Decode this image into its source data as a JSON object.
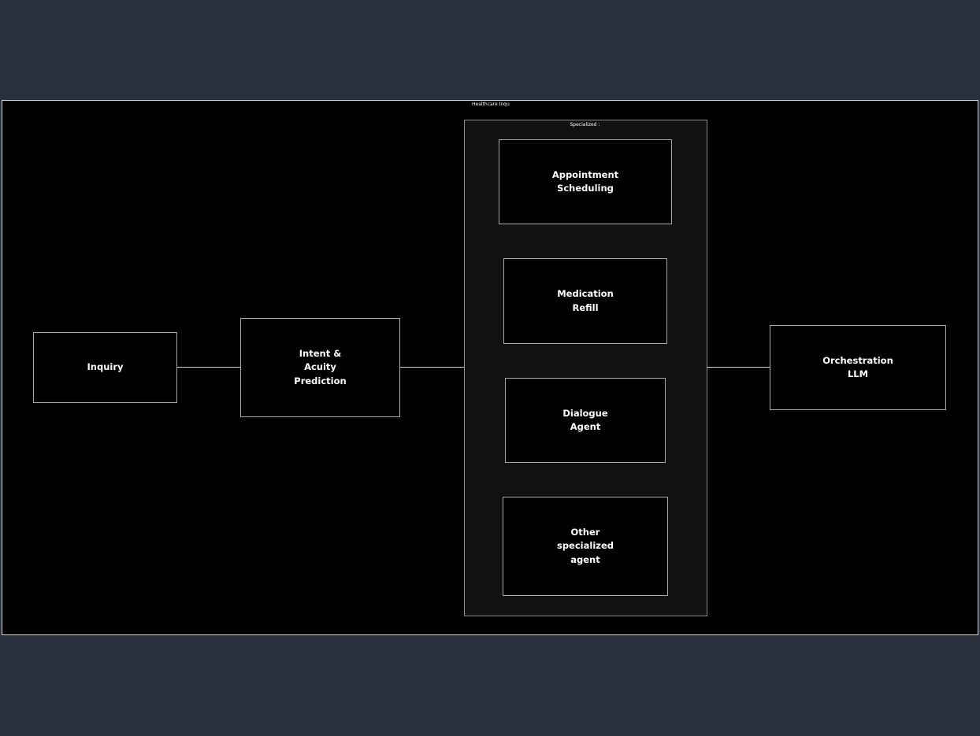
{
  "diagram": {
    "frame_title": "Healthcare Inqu",
    "group_title": "Specialized :",
    "nodes": {
      "inquiry": "Inquiry",
      "intent": "Intent &\nAcuity\nPrediction",
      "orchestration": "Orchestration\nLLM",
      "appointment": "Appointment\nScheduling",
      "medication": "Medication\nRefill",
      "dialogue": "Dialogue\nAgent",
      "other": "Other\nspecialized\nagent"
    }
  },
  "colors": {
    "page_background": "#2a303b",
    "frame_background": "#000000",
    "group_background": "#111111",
    "node_border": "#a8a8a8",
    "text": "#ffffff"
  }
}
